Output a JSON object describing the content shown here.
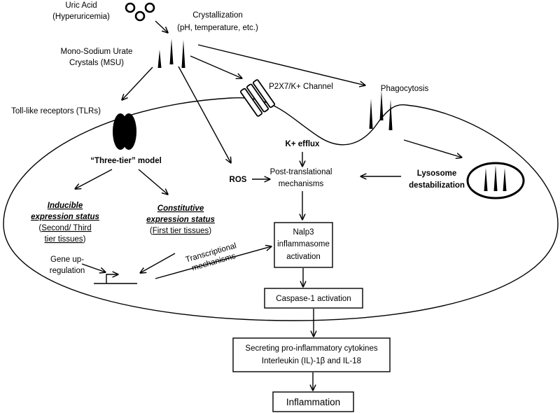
{
  "uric_acid": {
    "line1": "Uric Acid",
    "line2": "(Hyperuricemia)"
  },
  "crystallization": {
    "line1": "Crystallization",
    "line2": "(pH, temperature, etc.)"
  },
  "msu": {
    "line1": "Mono-Sodium Urate",
    "line2": "Crystals (MSU)"
  },
  "tlr": {
    "label": "Toll-like receptors (TLRs)"
  },
  "p2x7": {
    "label": "P2X7/K+ Channel"
  },
  "phagocytosis": {
    "label": "Phagocytosis"
  },
  "three_tier": {
    "label": "“Three-tier” model"
  },
  "inducible": {
    "line1": "Inducible",
    "line2": "expression status",
    "open_paren": "(",
    "tissues_line1": "Second/ Third",
    "tissues_line2": "tier tissues",
    "close_paren": ")"
  },
  "constitutive": {
    "line1": "Constitutive",
    "line2": "expression status",
    "open_paren": "(",
    "tissues": "First tier tissues",
    "close_paren": ")"
  },
  "gene_upregulation": {
    "line1": "Gene up-",
    "line2": "regulation"
  },
  "transcriptional": {
    "line1": "Transcriptional",
    "line2": "mechanisms"
  },
  "ros": {
    "label": "ROS"
  },
  "k_efflux": {
    "label": "K+ efflux"
  },
  "post_translational": {
    "line1": "Post-translational",
    "line2": "mechanisms"
  },
  "lysosome": {
    "line1": "Lysosome",
    "line2": "destabilization"
  },
  "nalp3_box": {
    "line1": "Nalp3",
    "line2": "inflammasome",
    "line3": "activation"
  },
  "caspase_box": {
    "label": "Caspase-1 activation"
  },
  "cytokines_box": {
    "line1": "Secreting pro-inflammatory cytokines",
    "line2": "Interleukin (IL)-1β and IL-18"
  },
  "inflammation_box": {
    "label": "Inflammation"
  },
  "colors": {
    "stroke": "#000000",
    "background": "#ffffff"
  }
}
